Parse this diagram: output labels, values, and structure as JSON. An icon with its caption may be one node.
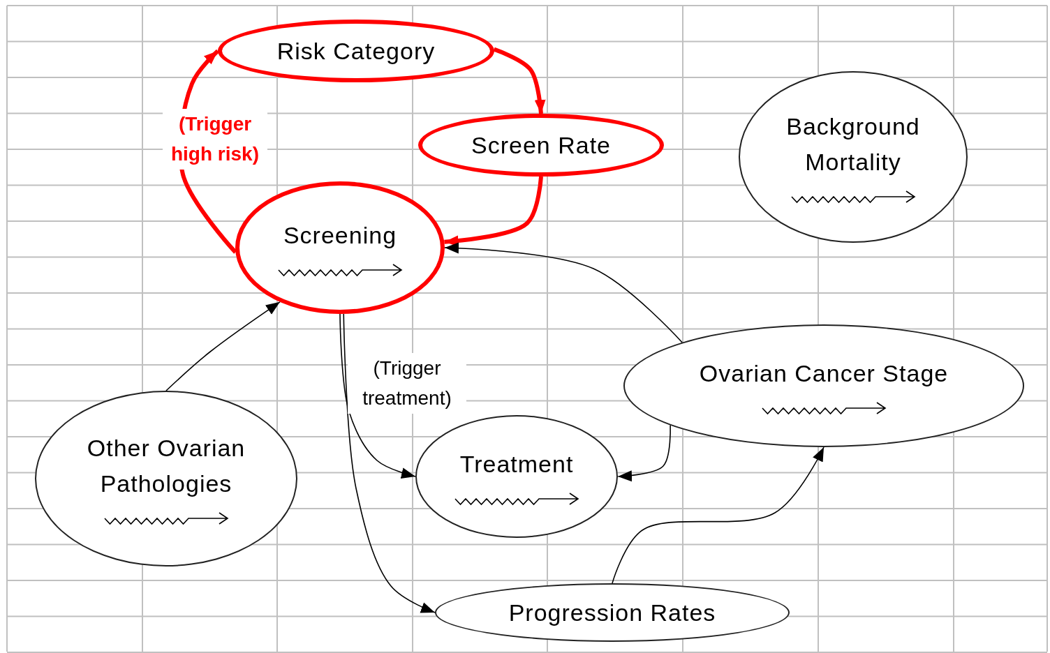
{
  "diagram": {
    "nodes": [
      {
        "text": [
          "Risk Category"
        ]
      },
      {
        "text": [
          "Screen Rate"
        ]
      },
      {
        "text": [
          "Screening"
        ]
      },
      {
        "text": [
          "Background Mortality"
        ]
      },
      {
        "text": [
          "Ovarian Cancer Stage"
        ]
      },
      {
        "text": [
          "Other Ovarian Pathologies"
        ]
      },
      {
        "text": [
          "Treatment"
        ]
      },
      {
        "text": [
          "Progression Rates"
        ]
      }
    ],
    "edges": [
      {
        "from": 2,
        "to": 0,
        "arrow": "to",
        "label": "(Trigger high risk)",
        "style": "thick",
        "color": "#ff0000"
      },
      {
        "from": 0,
        "to": 1,
        "arrow": "to",
        "style": "thick",
        "color": "#ff0000"
      },
      {
        "from": 1,
        "to": 2,
        "arrow": "to",
        "style": "thick",
        "color": "#ff0000"
      },
      {
        "from": 4,
        "to": 2,
        "arrow": "to"
      },
      {
        "from": 5,
        "to": 2,
        "arrow": "to"
      },
      {
        "from": 2,
        "to": 6,
        "arrow": "to",
        "label": "(Trigger treatment)"
      },
      {
        "from": 2,
        "to": 7,
        "arrow": "to"
      },
      {
        "from": 4,
        "to": 6,
        "arrow": "to"
      },
      {
        "from": 7,
        "to": 4,
        "arrow": "to"
      }
    ]
  }
}
